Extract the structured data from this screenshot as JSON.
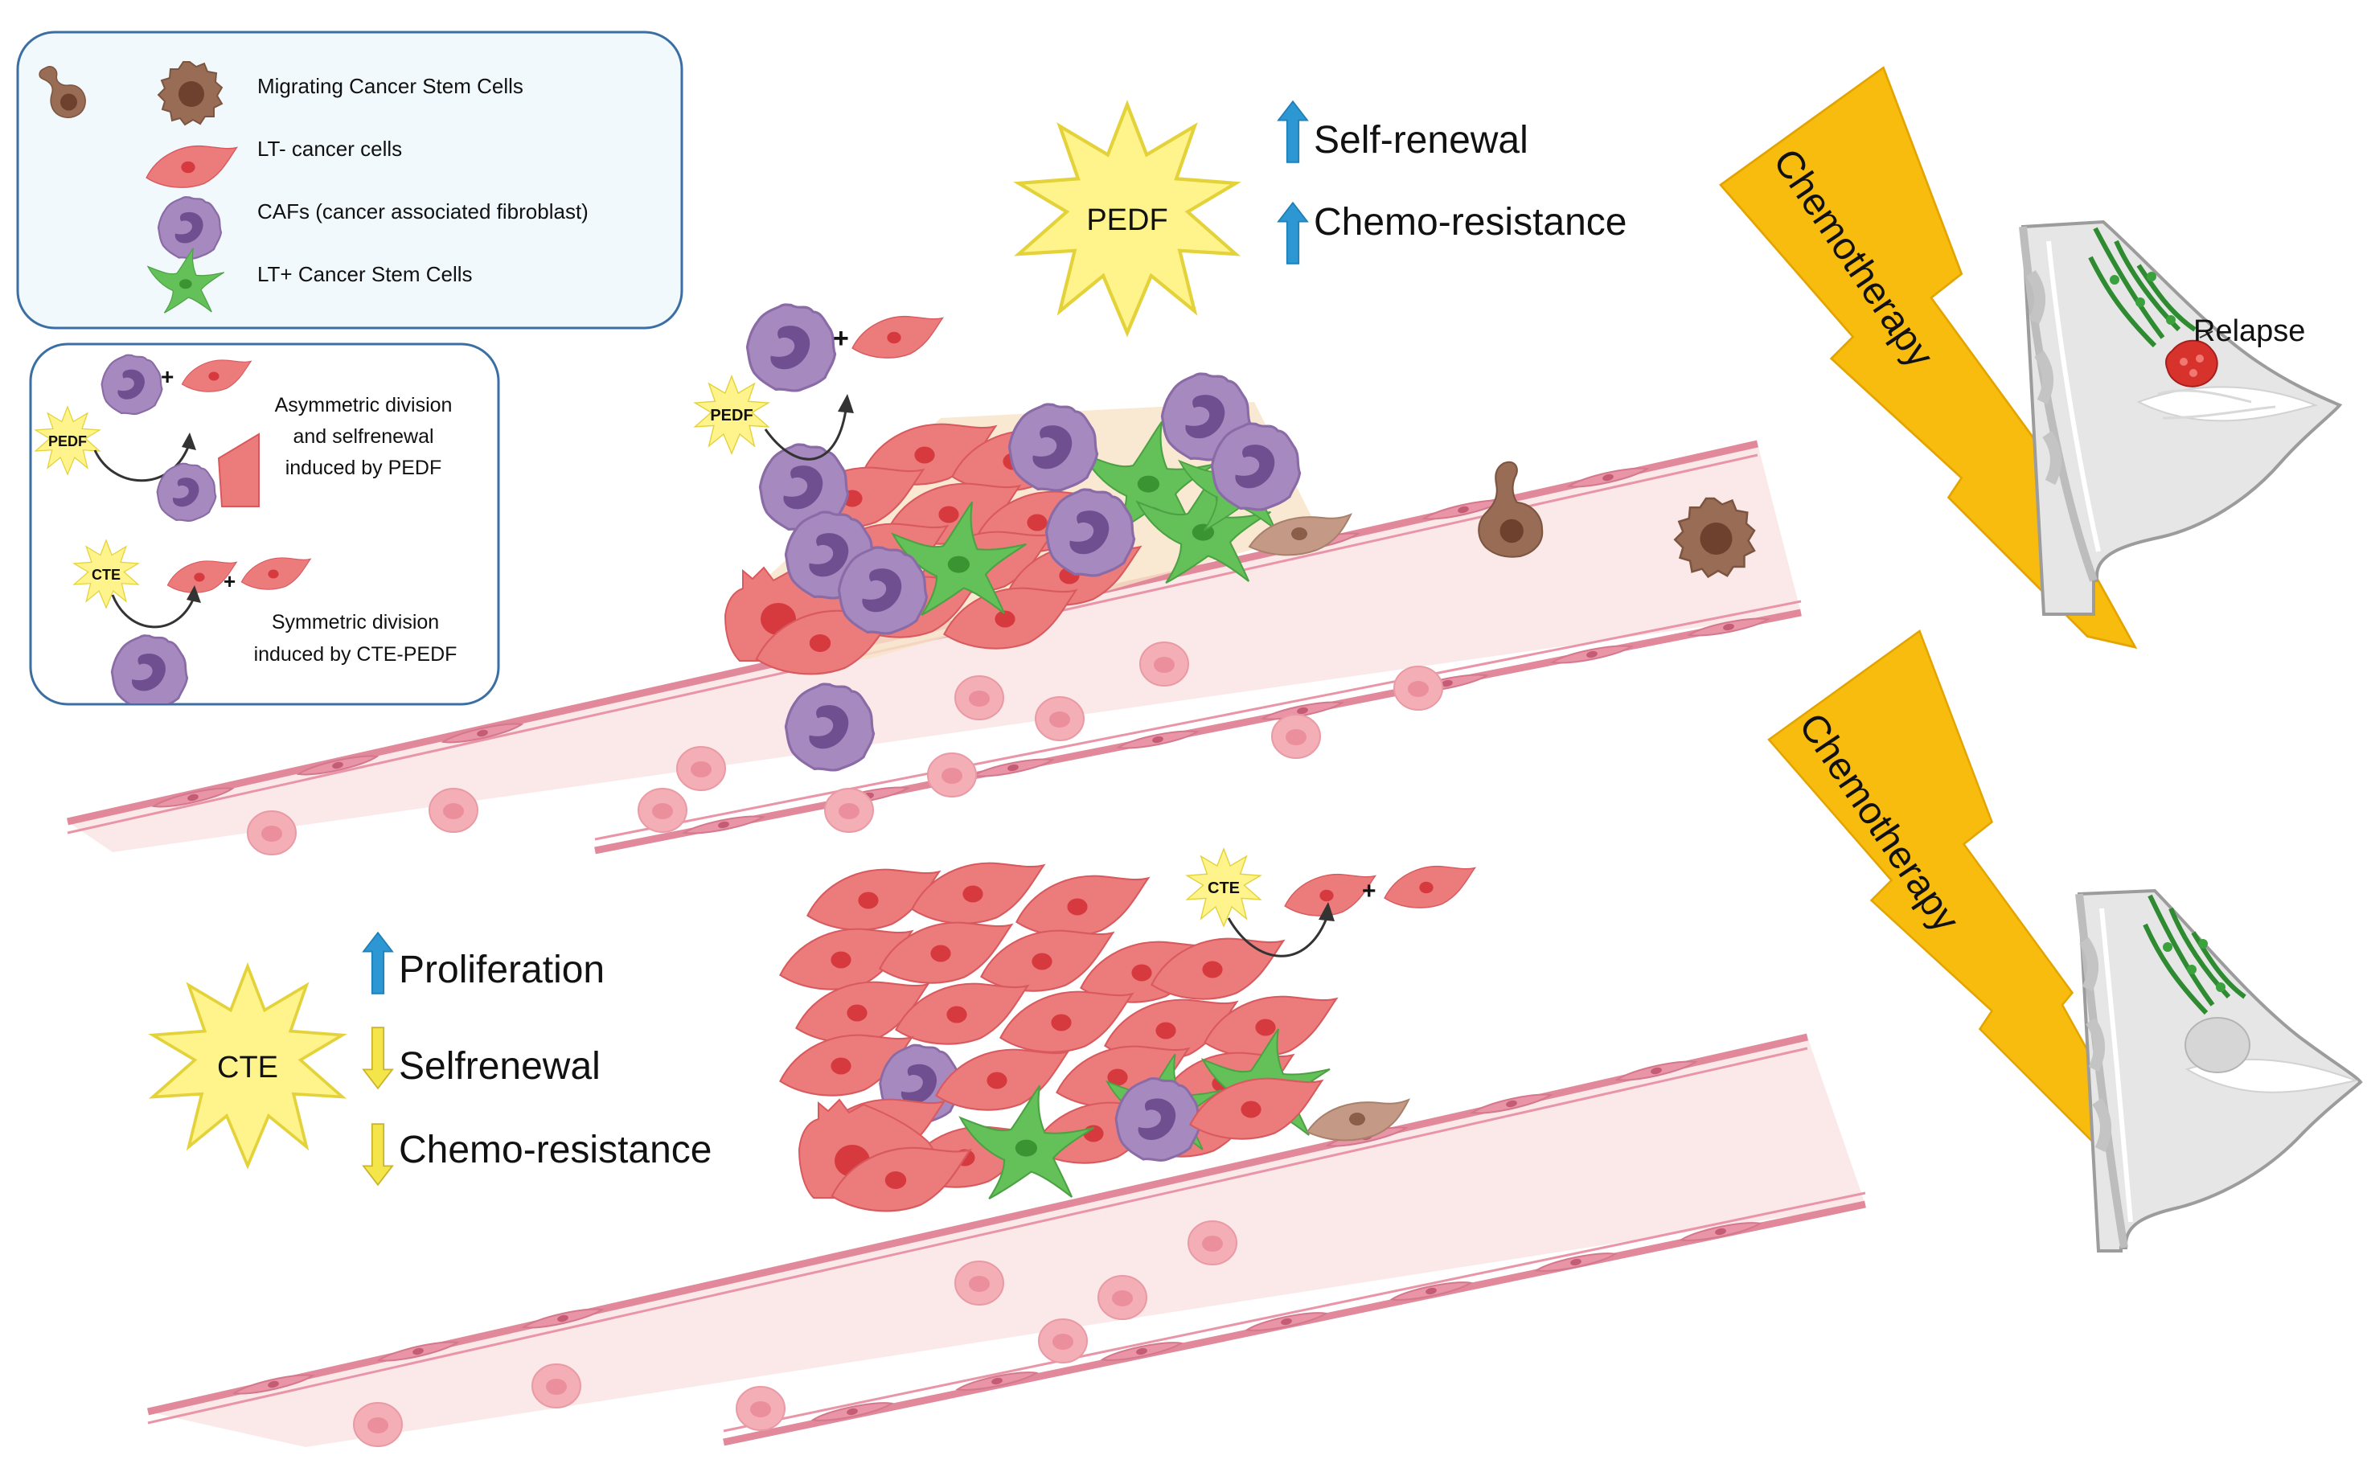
{
  "legend": {
    "items": [
      {
        "icon": "migrating-cancer-stem-cell-icon",
        "label": "Migrating Cancer Stem Cells"
      },
      {
        "icon": "lt-minus-cancer-cell-icon",
        "label": "LT- cancer cells"
      },
      {
        "icon": "caf-icon",
        "label": "CAFs (cancer associated fibroblast)"
      },
      {
        "icon": "lt-plus-cancer-stem-cell-icon",
        "label": "LT+ Cancer Stem Cells"
      }
    ]
  },
  "division_legend": {
    "asymmetric": {
      "badge": "PEDF",
      "plus": "+",
      "text": [
        "Asymmetric division",
        "and selfrenewal",
        "induced by PEDF"
      ]
    },
    "symmetric": {
      "badge": "CTE",
      "plus": "+",
      "text": [
        "Symmetric division",
        "induced by CTE-PEDF"
      ]
    }
  },
  "top_panel": {
    "factor": "PEDF",
    "effects": [
      {
        "direction": "up",
        "label": "Self-renewal"
      },
      {
        "direction": "up",
        "label": "Chemo-resistance"
      }
    ],
    "division_badge": "PEDF",
    "plus": "+",
    "treatment": "Chemotherapy",
    "outcome": "Relapse"
  },
  "bottom_panel": {
    "factor": "CTE",
    "effects": [
      {
        "direction": "up",
        "label": "Proliferation"
      },
      {
        "direction": "down",
        "label": "Selfrenewal"
      },
      {
        "direction": "down",
        "label": "Chemo-resistance"
      }
    ],
    "division_badge": "CTE",
    "plus": "+",
    "treatment": "Chemotherapy"
  },
  "colors": {
    "up_arrow": "#2d97d3",
    "down_arrow": "#f4e64a",
    "starburst": "#fff48c",
    "bolt": "#f7bc0d",
    "lt_minus_cell": "#ec7b7b",
    "caf": "#a689bf",
    "lt_plus_cell": "#64c15a",
    "migrating_cell": "#986c55",
    "vessel": "#fbe9ea",
    "vessel_wall": "#e1899b",
    "tumor_relapse": "#d8322d"
  }
}
